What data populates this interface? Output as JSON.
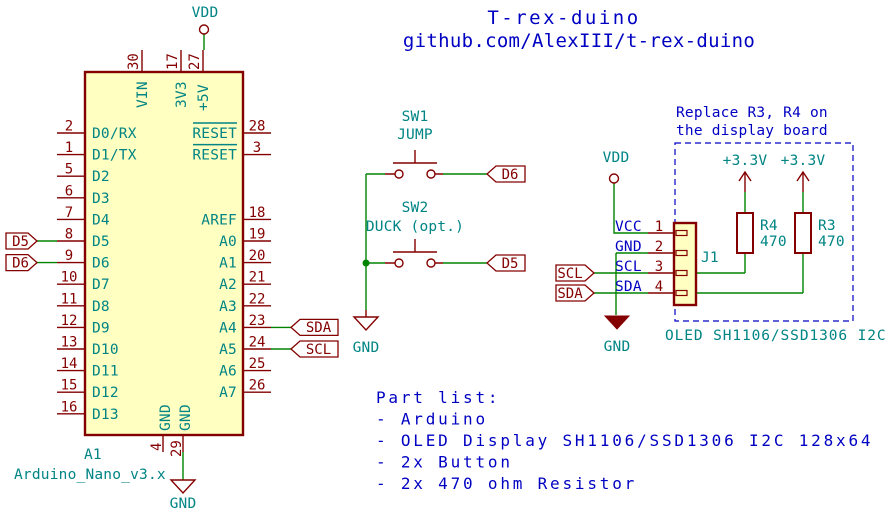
{
  "title": {
    "line1": "T-rex-duino",
    "line2": "github.com/AlexIII/t-rex-duino"
  },
  "arduino": {
    "ref": "A1",
    "value": "Arduino_Nano_v3.x",
    "left": [
      {
        "n": "2",
        "p": "D0/RX"
      },
      {
        "n": "1",
        "p": "D1/TX"
      },
      {
        "n": "5",
        "p": "D2"
      },
      {
        "n": "6",
        "p": "D3"
      },
      {
        "n": "7",
        "p": "D4"
      },
      {
        "n": "8",
        "p": "D5"
      },
      {
        "n": "9",
        "p": "D6"
      },
      {
        "n": "10",
        "p": "D7"
      },
      {
        "n": "11",
        "p": "D8"
      },
      {
        "n": "12",
        "p": "D9"
      },
      {
        "n": "13",
        "p": "D10"
      },
      {
        "n": "14",
        "p": "D11"
      },
      {
        "n": "15",
        "p": "D12"
      },
      {
        "n": "16",
        "p": "D13"
      }
    ],
    "right": [
      {
        "n": "28",
        "p": "RESET"
      },
      {
        "n": "3",
        "p": "RESET"
      },
      {
        "n": "18",
        "p": "AREF"
      },
      {
        "n": "19",
        "p": "A0"
      },
      {
        "n": "20",
        "p": "A1"
      },
      {
        "n": "21",
        "p": "A2"
      },
      {
        "n": "22",
        "p": "A3"
      },
      {
        "n": "23",
        "p": "A4"
      },
      {
        "n": "24",
        "p": "A5"
      },
      {
        "n": "25",
        "p": "A6"
      },
      {
        "n": "26",
        "p": "A7"
      }
    ],
    "top": [
      {
        "n": "30",
        "p": "VIN"
      },
      {
        "n": "17",
        "p": "3V3"
      },
      {
        "n": "27",
        "p": "+5V"
      }
    ],
    "bottom": [
      {
        "n": "4",
        "p": "GND"
      },
      {
        "n": "29",
        "p": "GND"
      }
    ]
  },
  "nets": {
    "vdd": "VDD",
    "gnd": "GND",
    "p33": "+3.3V",
    "d5": "D5",
    "d6": "D6",
    "scl": "SCL",
    "sda": "SDA"
  },
  "switches": [
    {
      "ref": "SW1",
      "name": "JUMP"
    },
    {
      "ref": "SW2",
      "name": "DUCK (opt.)"
    }
  ],
  "oled": {
    "note1": "Replace R3, R4 on",
    "note2": "the display board",
    "caption": "OLED SH1106/SSD1306 I2C",
    "j1": {
      "ref": "J1",
      "pins": [
        {
          "n": "1",
          "p": "VCC"
        },
        {
          "n": "2",
          "p": "GND"
        },
        {
          "n": "3",
          "p": "SCL"
        },
        {
          "n": "4",
          "p": "SDA"
        }
      ]
    },
    "resistors": [
      {
        "ref": "R4",
        "val": "470"
      },
      {
        "ref": "R3",
        "val": "470"
      }
    ]
  },
  "part_list": {
    "title": "Part list:",
    "items": [
      "- Arduino",
      "- OLED Display SH1106/SSD1306 I2C 128x64",
      "- 2x Button",
      "- 2x 470 ohm Resistor"
    ]
  },
  "colors": {
    "wire_green": "#008400",
    "outline_red": "#840000",
    "text_teal": "#008484",
    "text_blue": "#0000C2",
    "body_yellow": "#FFFFC2"
  }
}
